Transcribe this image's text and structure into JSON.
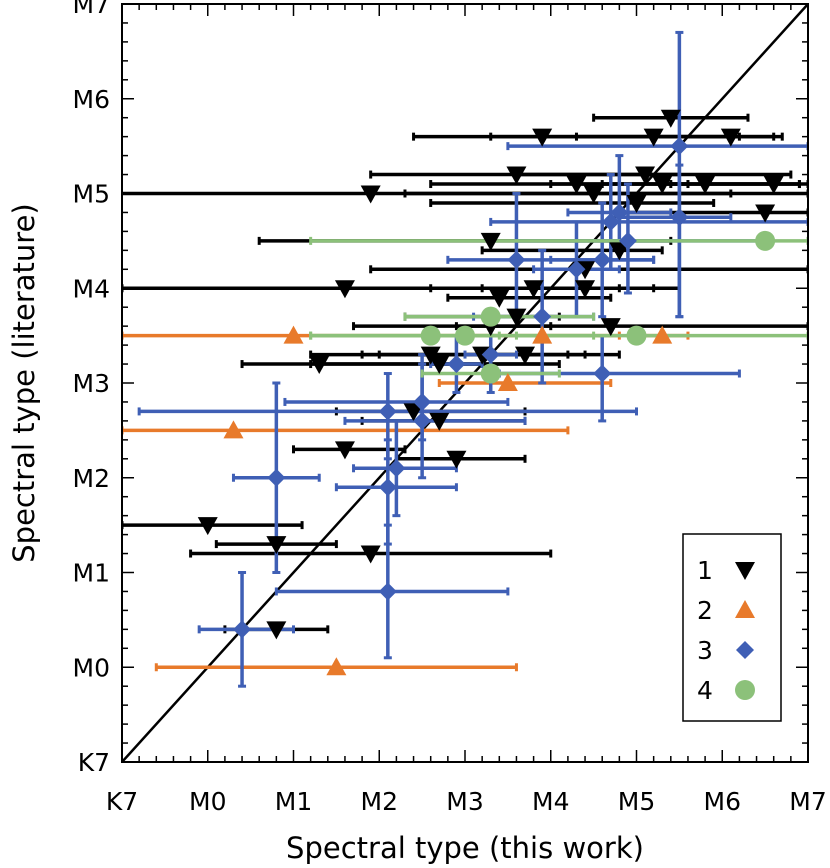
{
  "chart_data": {
    "type": "scatter",
    "title": "",
    "xlabel": "Spectral type (this work)",
    "ylabel": "Spectral type (literature)",
    "xlim": [
      -1,
      7
    ],
    "ylim": [
      -1,
      7
    ],
    "x_ticks": [
      {
        "value": -1,
        "label": "K7"
      },
      {
        "value": 0,
        "label": "M0"
      },
      {
        "value": 1,
        "label": "M1"
      },
      {
        "value": 2,
        "label": "M2"
      },
      {
        "value": 3,
        "label": "M3"
      },
      {
        "value": 4,
        "label": "M4"
      },
      {
        "value": 5,
        "label": "M5"
      },
      {
        "value": 6,
        "label": "M6"
      },
      {
        "value": 7,
        "label": "M7"
      }
    ],
    "y_ticks": [
      {
        "value": -1,
        "label": "K7"
      },
      {
        "value": 0,
        "label": "M0"
      },
      {
        "value": 1,
        "label": "M1"
      },
      {
        "value": 2,
        "label": "M2"
      },
      {
        "value": 3,
        "label": "M3"
      },
      {
        "value": 4,
        "label": "M4"
      },
      {
        "value": 5,
        "label": "M5"
      },
      {
        "value": 6,
        "label": "M6"
      },
      {
        "value": 7,
        "label": "M7"
      }
    ],
    "reference_line": {
      "type": "one-to-one",
      "color": "#000000"
    },
    "grid": false,
    "legend": {
      "position": "bottom-right"
    },
    "series": [
      {
        "name": "1",
        "marker": "triangle-down",
        "color": "#000000",
        "points": [
          {
            "x": 5.4,
            "y": 5.8,
            "xerr": [
              0.9,
              0.9
            ]
          },
          {
            "x": 3.9,
            "y": 5.6,
            "xerr": [
              1.5,
              2.3
            ]
          },
          {
            "x": 5.2,
            "y": 5.6,
            "xerr": [
              1.9,
              1.4
            ]
          },
          {
            "x": 6.1,
            "y": 5.6,
            "xerr": [
              1.8,
              0.6
            ]
          },
          {
            "x": 3.6,
            "y": 5.2,
            "xerr": [
              1.7,
              1.9
            ]
          },
          {
            "x": 1.9,
            "y": 5.0,
            "xerr": [
              3.1,
              5.1
            ]
          },
          {
            "x": 4.3,
            "y": 5.1,
            "xerr": [
              1.7,
              1.3
            ]
          },
          {
            "x": 5.1,
            "y": 5.2,
            "xerr": [
              1.5,
              1.7
            ]
          },
          {
            "x": 5.3,
            "y": 5.1,
            "xerr": [
              1.3,
              1.6
            ]
          },
          {
            "x": 5.8,
            "y": 5.1,
            "xerr": [
              1.2,
              1.1
            ]
          },
          {
            "x": 6.6,
            "y": 5.1,
            "xerr": [
              1.2,
              0.4
            ]
          },
          {
            "x": 4.5,
            "y": 5.0,
            "xerr": [
              2.2,
              1.6
            ]
          },
          {
            "x": 5.0,
            "y": 4.9,
            "xerr": [
              2.4,
              0.9
            ]
          },
          {
            "x": 6.5,
            "y": 4.8,
            "xerr": [
              1.7,
              0.5
            ]
          },
          {
            "x": 3.3,
            "y": 4.5,
            "xerr": [
              2.7,
              2.1
            ]
          },
          {
            "x": 4.4,
            "y": 4.2,
            "xerr": [
              2.5,
              2.6
            ]
          },
          {
            "x": 4.8,
            "y": 4.4,
            "xerr": [
              1.6,
              0.5
            ]
          },
          {
            "x": 1.6,
            "y": 4.0,
            "xerr": [
              2.6,
              3.2
            ]
          },
          {
            "x": 3.8,
            "y": 4.0,
            "xerr": [
              1.2,
              1.4
            ]
          },
          {
            "x": 4.4,
            "y": 4.0,
            "xerr": [
              1.2,
              1.1
            ]
          },
          {
            "x": 3.4,
            "y": 3.9,
            "xerr": [
              0.6,
              1.3
            ]
          },
          {
            "x": 3.6,
            "y": 3.7,
            "xerr": [
              1.3,
              0.5
            ]
          },
          {
            "x": 3.3,
            "y": 3.6,
            "xerr": [
              1.6,
              0.7
            ]
          },
          {
            "x": 4.7,
            "y": 3.6,
            "xerr": [
              1.8,
              2.3
            ]
          },
          {
            "x": 2.6,
            "y": 3.3,
            "xerr": [
              1.4,
              1.6
            ]
          },
          {
            "x": 3.7,
            "y": 3.3,
            "xerr": [
              1.9,
              1.1
            ]
          },
          {
            "x": 1.3,
            "y": 3.2,
            "xerr": [
              0.9,
              2.6
            ]
          },
          {
            "x": 2.7,
            "y": 3.2,
            "xerr": [
              1.5,
              1.4
            ]
          },
          {
            "x": 3.2,
            "y": 3.3,
            "xerr": [
              1.2,
              1.2
            ]
          },
          {
            "x": 2.4,
            "y": 2.7,
            "xerr": [
              0.9,
              1.3
            ]
          },
          {
            "x": 2.7,
            "y": 2.6,
            "xerr": [
              0.9,
              1.0
            ]
          },
          {
            "x": 1.6,
            "y": 2.3,
            "xerr": [
              0.6,
              0.7
            ]
          },
          {
            "x": 2.9,
            "y": 2.2,
            "xerr": [
              0.7,
              0.8
            ]
          },
          {
            "x": 0.0,
            "y": 1.5,
            "xerr": [
              1.0,
              1.1
            ]
          },
          {
            "x": 0.8,
            "y": 1.3,
            "xerr": [
              0.7,
              0.7
            ]
          },
          {
            "x": 1.9,
            "y": 1.2,
            "xerr": [
              2.1,
              2.1
            ]
          },
          {
            "x": 0.8,
            "y": 0.4,
            "xerr": [
              0.6,
              0.6
            ]
          }
        ]
      },
      {
        "name": "2",
        "marker": "triangle-up",
        "color": "#e87a2b",
        "points": [
          {
            "x": 1.0,
            "y": 3.5,
            "xerr": [
              2.0,
              2.0
            ]
          },
          {
            "x": 3.9,
            "y": 3.5,
            "xerr": [
              0.9,
              0.9
            ]
          },
          {
            "x": 5.3,
            "y": 3.5,
            "xerr": [
              0.3,
              0.3
            ]
          },
          {
            "x": 3.5,
            "y": 3.0,
            "xerr": [
              0.8,
              1.2
            ]
          },
          {
            "x": 0.3,
            "y": 2.5,
            "xerr": [
              1.3,
              3.9
            ]
          },
          {
            "x": 1.5,
            "y": 0.0,
            "xerr": [
              2.1,
              2.1
            ]
          }
        ]
      },
      {
        "name": "3",
        "marker": "diamond",
        "color": "#3f5fb5",
        "points": [
          {
            "x": 5.5,
            "y": 5.5,
            "xerr": [
              2.0,
              1.5
            ],
            "yerr": [
              1.8,
              1.2
            ]
          },
          {
            "x": 4.8,
            "y": 4.8,
            "xerr": [
              0.6,
              0.6
            ],
            "yerr": [
              0.5,
              0.6
            ]
          },
          {
            "x": 4.7,
            "y": 4.7,
            "xerr": [
              1.4,
              2.3
            ],
            "yerr": [
              0.5,
              0.5
            ]
          },
          {
            "x": 5.5,
            "y": 4.75,
            "xerr": [
              0.7,
              0.6
            ],
            "yerr": [
              1.05,
              0.55
            ]
          },
          {
            "x": 4.9,
            "y": 4.5,
            "xerr": [
              1.3,
              1.6
            ],
            "yerr": [
              0.55,
              0.6
            ]
          },
          {
            "x": 4.6,
            "y": 4.3,
            "xerr": [
              0.6,
              0.6
            ],
            "yerr": [
              0.6,
              0.6
            ]
          },
          {
            "x": 3.6,
            "y": 4.3,
            "xerr": [
              0.8,
              1.6
            ],
            "yerr": [
              0.6,
              0.7
            ]
          },
          {
            "x": 4.3,
            "y": 4.2,
            "xerr": [
              0.5,
              0.5
            ],
            "yerr": [
              0.5,
              0.5
            ]
          },
          {
            "x": 3.9,
            "y": 3.7,
            "xerr": [
              0.8,
              0.6
            ],
            "yerr": [
              0.7,
              0.7
            ]
          },
          {
            "x": 2.9,
            "y": 3.2,
            "xerr": [
              0.3,
              0.3
            ],
            "yerr": [
              0.3,
              0.3
            ]
          },
          {
            "x": 3.3,
            "y": 3.3,
            "xerr": [
              0.3,
              0.3
            ],
            "yerr": [
              0.4,
              0.4
            ]
          },
          {
            "x": 4.6,
            "y": 3.1,
            "xerr": [
              1.2,
              1.6
            ],
            "yerr": [
              0.5,
              0.4
            ]
          },
          {
            "x": 2.1,
            "y": 2.7,
            "xerr": [
              2.9,
              2.9
            ],
            "yerr": [
              0.5,
              0.4
            ]
          },
          {
            "x": 2.5,
            "y": 2.8,
            "xerr": [
              1.6,
              1.0
            ],
            "yerr": [
              0.4,
              0.4
            ]
          },
          {
            "x": 2.5,
            "y": 2.6,
            "xerr": [
              0.9,
              1.2
            ],
            "yerr": [
              0.6,
              0.7
            ]
          },
          {
            "x": 2.2,
            "y": 2.1,
            "xerr": [
              0.5,
              0.7
            ],
            "yerr": [
              0.5,
              0.5
            ]
          },
          {
            "x": 2.1,
            "y": 1.9,
            "xerr": [
              0.6,
              0.8
            ],
            "yerr": [
              0.6,
              0.5
            ]
          },
          {
            "x": 0.8,
            "y": 2.0,
            "xerr": [
              0.5,
              0.5
            ],
            "yerr": [
              1.0,
              1.0
            ]
          },
          {
            "x": 2.1,
            "y": 0.8,
            "xerr": [
              1.3,
              1.4
            ],
            "yerr": [
              0.7,
              0.7
            ]
          },
          {
            "x": 0.4,
            "y": 0.4,
            "xerr": [
              0.5,
              0.6
            ],
            "yerr": [
              0.6,
              0.6
            ]
          }
        ]
      },
      {
        "name": "4",
        "marker": "circle",
        "color": "#8cc17a",
        "points": [
          {
            "x": 6.5,
            "y": 4.5,
            "xerr": [
              5.3,
              0.5
            ]
          },
          {
            "x": 3.3,
            "y": 3.7,
            "xerr": [
              1.0,
              1.2
            ]
          },
          {
            "x": 2.6,
            "y": 3.5,
            "xerr": [
              1.4,
              0.8
            ]
          },
          {
            "x": 3.0,
            "y": 3.5,
            "xerr": [
              1.8,
              1.5
            ]
          },
          {
            "x": 5.0,
            "y": 3.5,
            "xerr": [
              1.4,
              2.0
            ]
          },
          {
            "x": 3.3,
            "y": 3.1,
            "xerr": [
              0.8,
              0.8
            ]
          }
        ]
      }
    ]
  }
}
